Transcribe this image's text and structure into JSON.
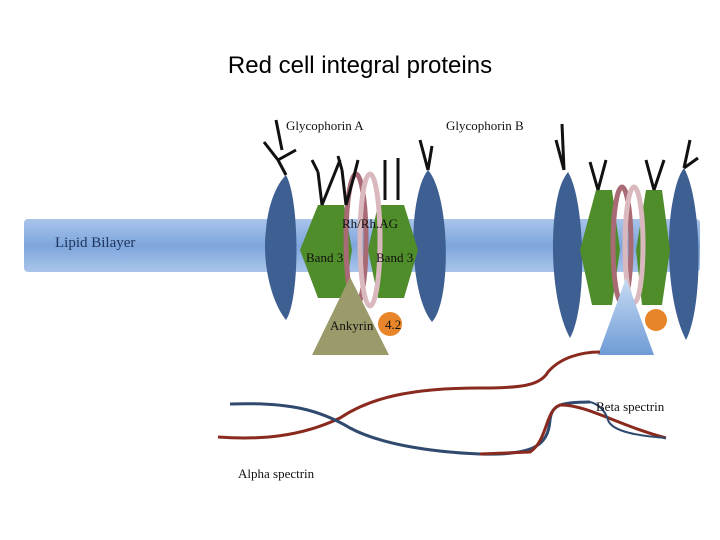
{
  "title": "Red cell integral proteins",
  "labels": {
    "glycophorin_a": "Glycophorin A",
    "glycophorin_b": "Glycophorin B",
    "lipid_bilayer": "Lipid Bilayer",
    "rh_rhag": "Rh/Rh.AG",
    "band3_left": "Band 3",
    "band3_right": "Band 3",
    "ankyrin": "Ankyrin",
    "protein_4_2": "4.2",
    "beta_spectrin": "Beta spectrin",
    "alpha_spectrin": "Alpha spectrin"
  },
  "colors": {
    "bilayer": "#7ea6dc",
    "glycophorin": "#3e5f92",
    "band3": "#4f8c2a",
    "rh_ring": "#c9a3a8",
    "ankyrin_left": "#9a9a6a",
    "ankyrin_right": "#8fb3e3",
    "protein_4_2": "#e8852a",
    "beta_spectrin": "#8a2a1e",
    "alpha_spectrin": "#2f4a6e"
  }
}
